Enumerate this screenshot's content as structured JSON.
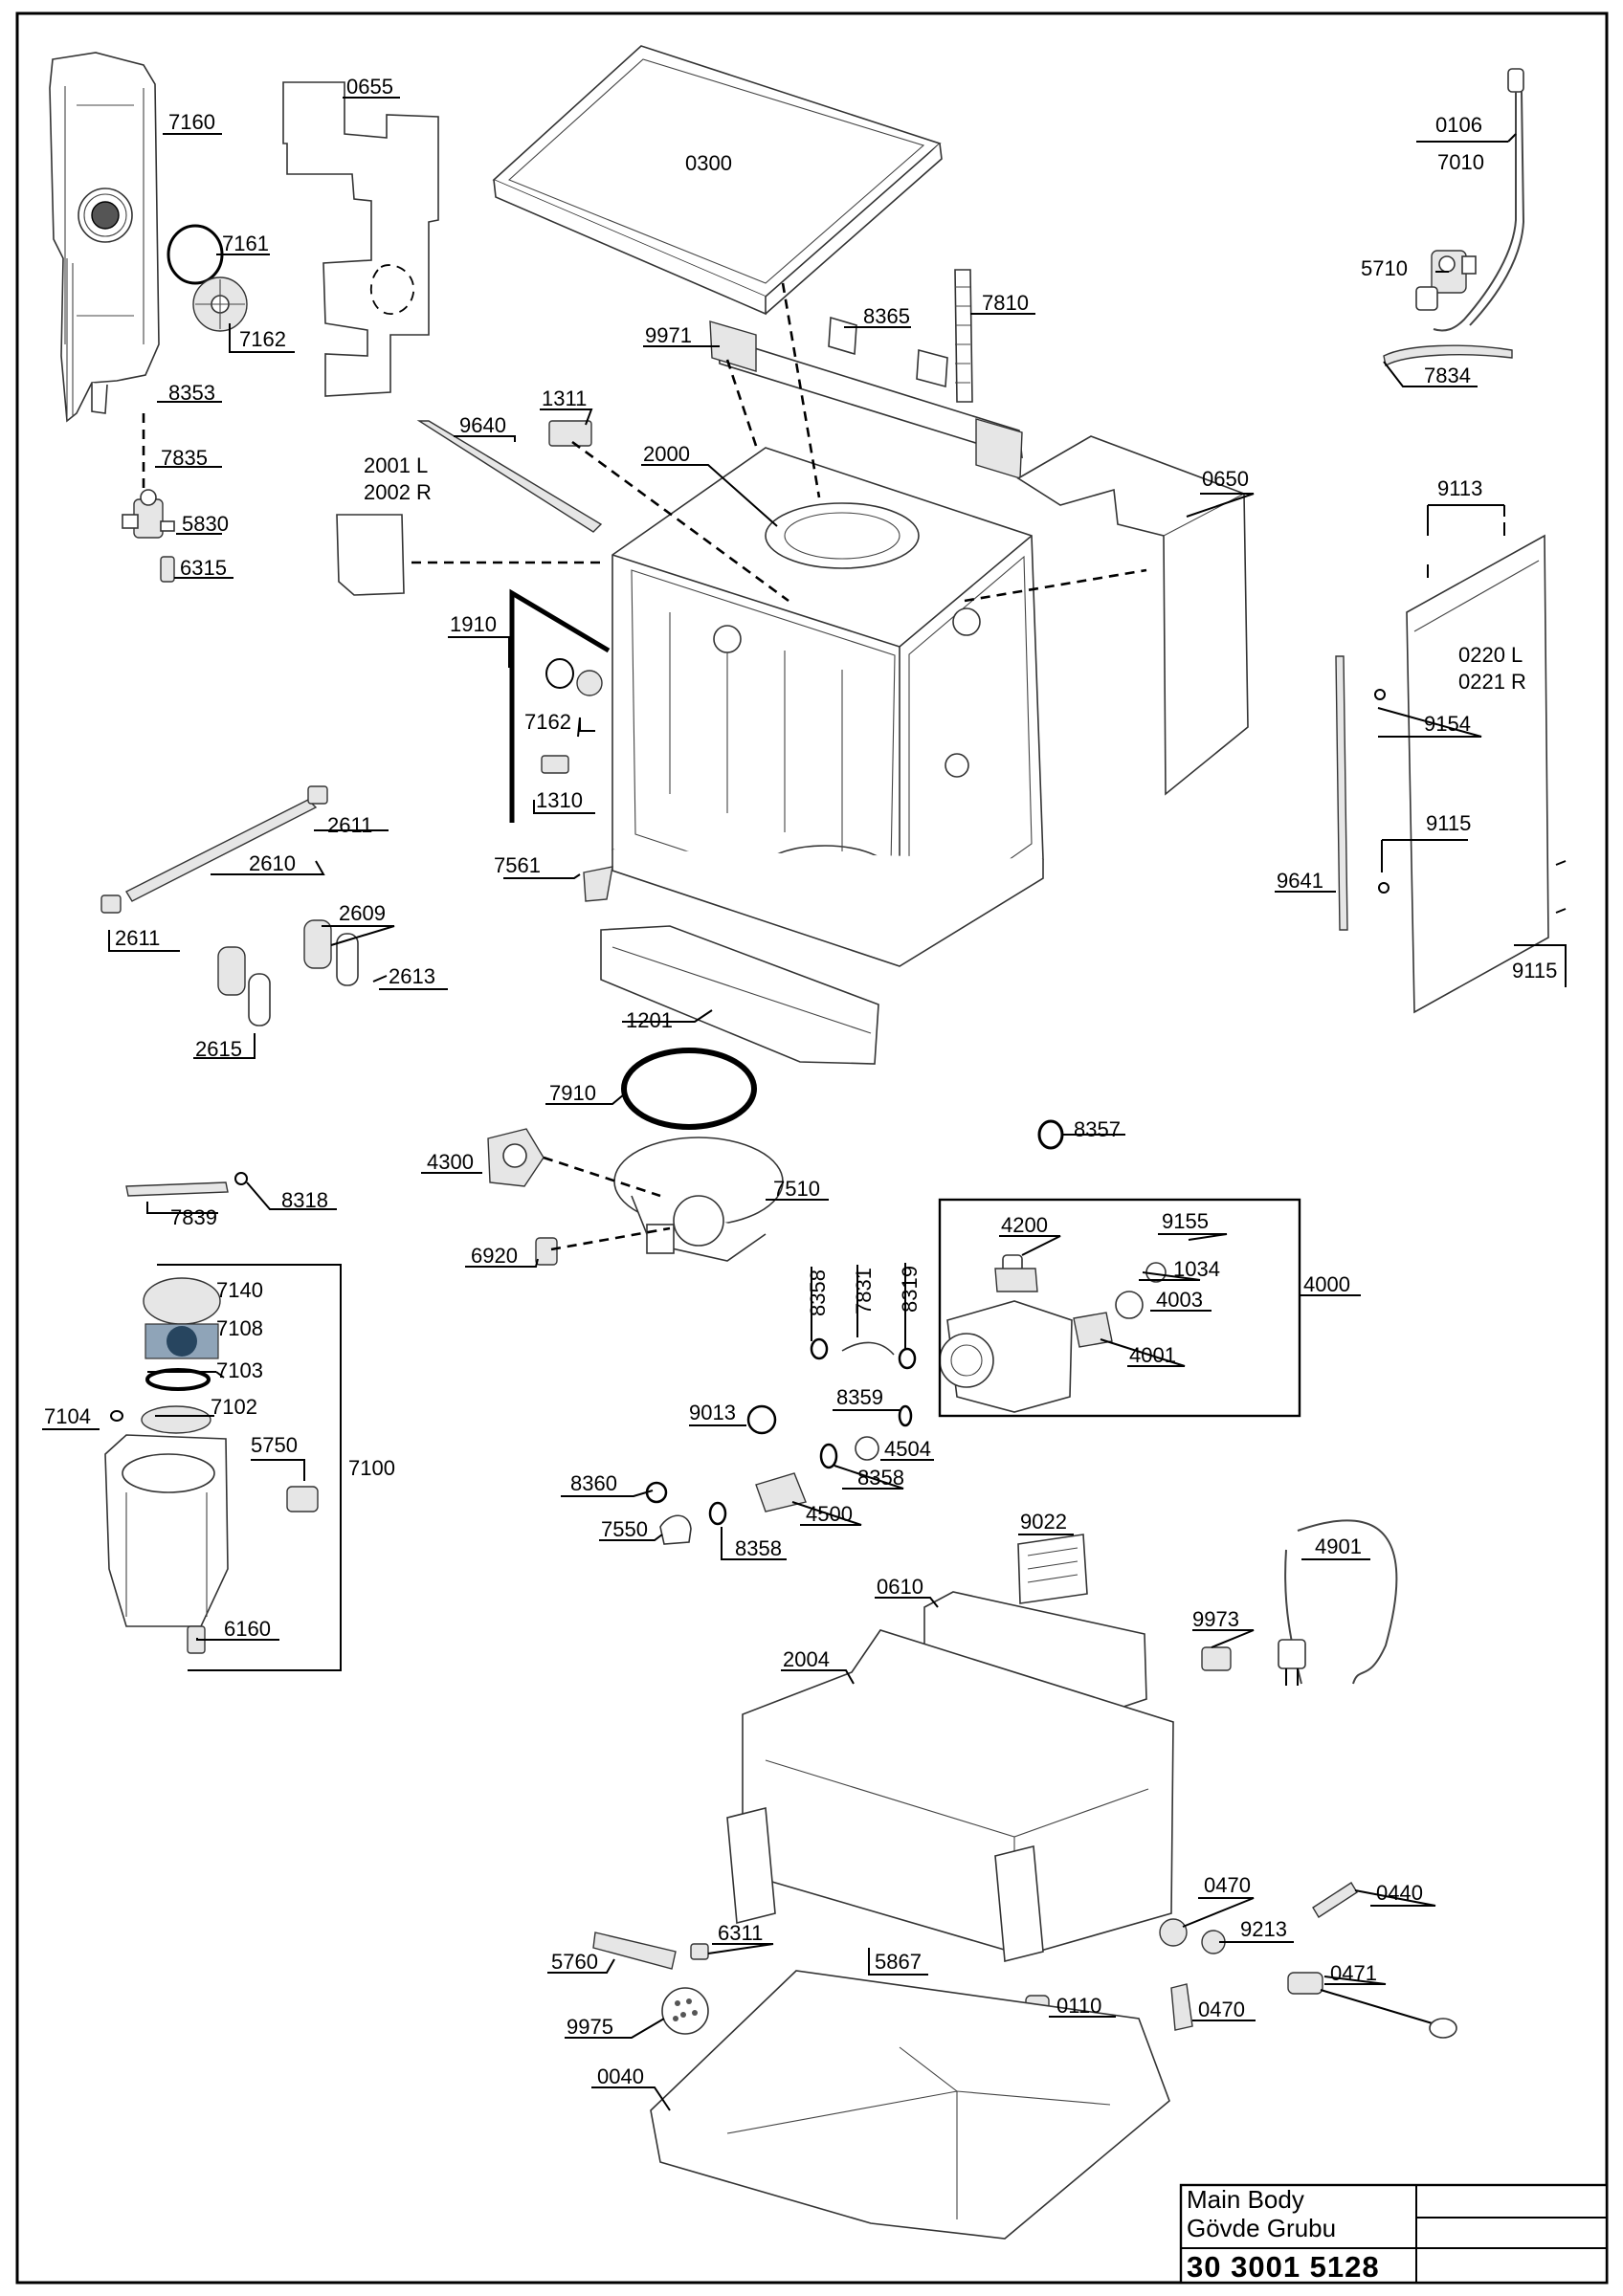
{
  "title_block": {
    "title_en": "Main Body",
    "title_tr": "Gövde Grubu",
    "part_code": "30 3001 5128"
  },
  "callouts": {
    "c7160": "7160",
    "c0655": "0655",
    "c0300": "0300",
    "c0106": "0106",
    "c7010": "7010",
    "c7161": "7161",
    "c7162a": "7162",
    "c8353": "8353",
    "c7835": "7835",
    "c5830": "5830",
    "c6315": "6315",
    "c9971": "9971",
    "c8365": "8365",
    "c7810": "7810",
    "c5710": "5710",
    "c7834": "7834",
    "c1311": "1311",
    "c9640": "9640",
    "c2000": "2000",
    "c0650": "0650",
    "c2001": "2001 L",
    "c2002": "2002 R",
    "c9113": "9113",
    "c1910": "1910",
    "c7162b": "7162",
    "c1310": "1310",
    "c0220": "0220 L",
    "c0221": "0221 R",
    "c9154": "9154",
    "c2611a": "2611",
    "c2610": "2610",
    "c7561": "7561",
    "c9115a": "9115",
    "c9641": "9641",
    "c2611b": "2611",
    "c2609": "2609",
    "c2613": "2613",
    "c9115b": "9115",
    "c2615": "2615",
    "c1201": "1201",
    "c7910": "7910",
    "c8357": "8357",
    "c4300": "4300",
    "c7510": "7510",
    "c7839": "7839",
    "c8318": "8318",
    "c9155": "9155",
    "c4200": "4200",
    "c6920": "6920",
    "c1034": "1034",
    "c8358a": "8358",
    "c7831": "7831",
    "c8319": "8319",
    "c4000": "4000",
    "c7140": "7140",
    "c4003": "4003",
    "c7108": "7108",
    "c4001": "4001",
    "c7103": "7103",
    "c9013": "9013",
    "c8359": "8359",
    "c7104": "7104",
    "c7102": "7102",
    "c4504": "4504",
    "c5750": "5750",
    "c7100": "7100",
    "c8358b": "8358",
    "c8360": "8360",
    "c4500": "4500",
    "c9022": "9022",
    "c7550": "7550",
    "c8358c": "8358",
    "c4901": "4901",
    "c0610": "0610",
    "c6160": "6160",
    "c9973": "9973",
    "c2004": "2004",
    "c0470a": "0470",
    "c0440": "0440",
    "c9213": "9213",
    "c6311": "6311",
    "c5760": "5760",
    "c5867": "5867",
    "c0471": "0471",
    "c0110": "0110",
    "c0470b": "0470",
    "c9975": "9975",
    "c0040": "0040"
  }
}
